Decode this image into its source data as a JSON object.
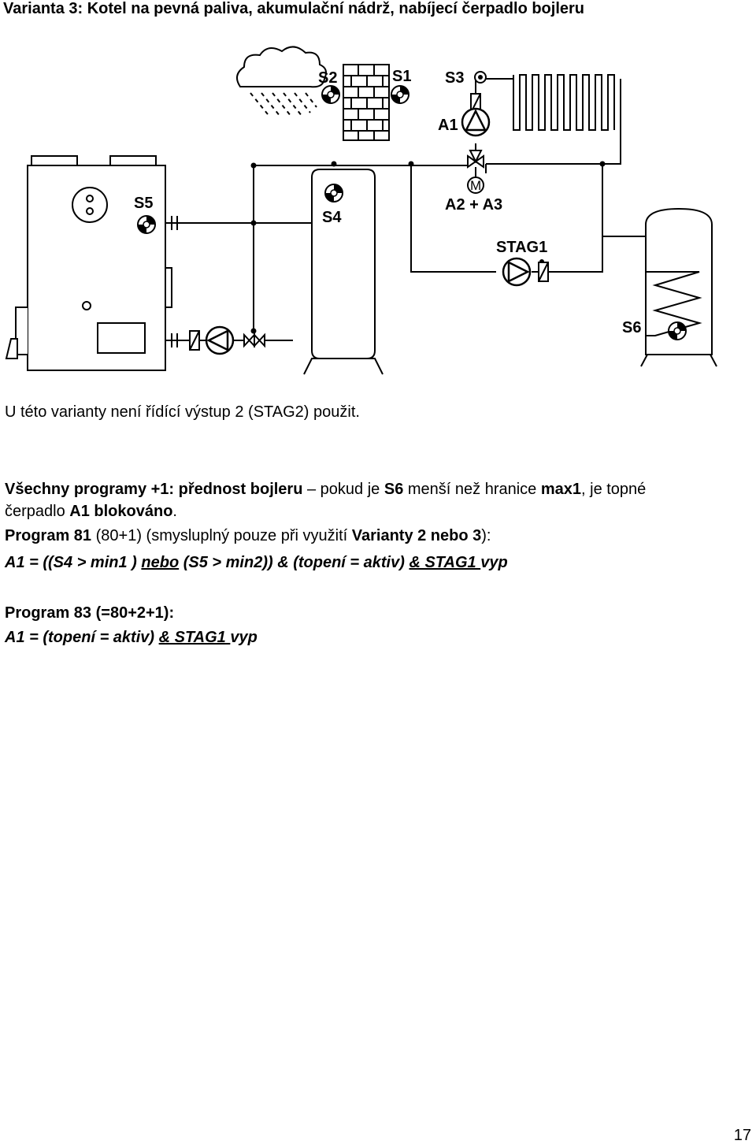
{
  "title": "Varianta 3: Kotel na pevná paliva, akumulační nádrž, nabíjecí čerpadlo bojleru",
  "diagram": {
    "labels": {
      "s1": "S1",
      "s2": "S2",
      "s3": "S3",
      "s4": "S4",
      "s5": "S5",
      "s6": "S6",
      "a1": "A1",
      "a2a3": "A2 + A3",
      "m": "M",
      "stag1": "STAG1"
    },
    "icons": [
      "cloud-rain-icon",
      "brick-wall-icon",
      "radiator-icon",
      "boiler-icon",
      "tank-icon",
      "water-heater-icon",
      "pump-icon",
      "valve-icon",
      "sensor-icon"
    ]
  },
  "note": "U této varianty není řídící výstup 2 (STAG2) použit.",
  "para1": {
    "bold1": "Všechny programy +1: přednost bojleru",
    "dash": " – pokud je ",
    "s6": "S6",
    "mid": " menší než hranice ",
    "max1": "max1",
    "end": ", je topné"
  },
  "para1b": {
    "start": "čerpadlo ",
    "a1": "A1 blokováno",
    "dot": "."
  },
  "prog81": {
    "bold": "Program 81",
    "mid": " (80+1) (smysluplný pouze při využití ",
    "bold2": "Varianty 2 nebo 3",
    "end": "):"
  },
  "formula81": {
    "p1": "A1 = ((S4 > min1 ) ",
    "nebo": "nebo",
    "p2": " (S5 > min2)) & (topení = aktiv) ",
    "stag": "& STAG1 ",
    "vyp": "vyp"
  },
  "prog83": "Program 83 (=80+2+1):",
  "formula83": {
    "p1": "A1 = (topení = aktiv) ",
    "stag": "& STAG1 ",
    "vyp": "vyp"
  },
  "page_number": "17"
}
